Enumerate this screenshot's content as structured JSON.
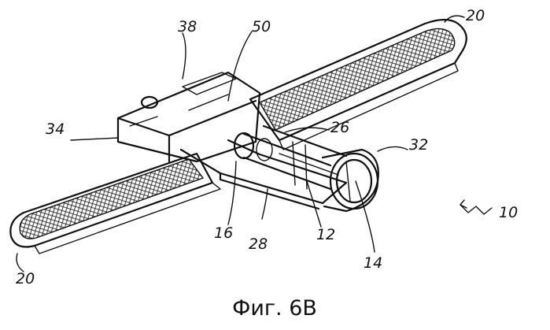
{
  "figure": {
    "caption": "Фиг. 6В",
    "reference_numerals": {
      "pad_top": "20",
      "pad_bottom": "20",
      "block_top": "38",
      "block_face": "50",
      "block_side": "34",
      "sleeve": "26",
      "ring": "32",
      "assembly": "10",
      "slot": "16",
      "base": "28",
      "shaft": "12",
      "bore": "14"
    }
  }
}
